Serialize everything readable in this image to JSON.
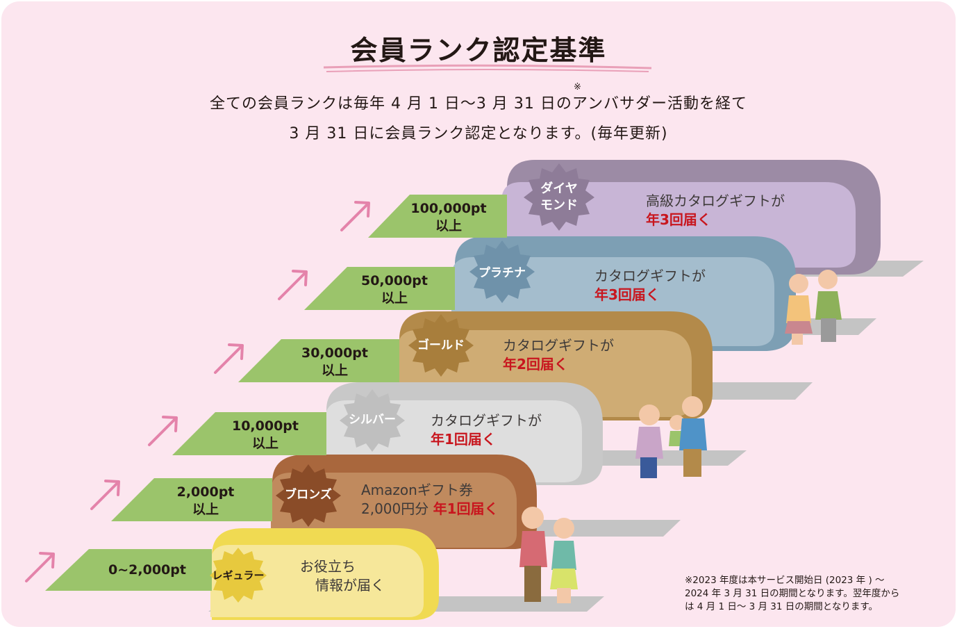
{
  "title": "会員ランク認定基準",
  "description": {
    "line1": "全ての会員ランクは毎年 4 月 1 日〜3 月 31 日のアンバサダー活動を経て",
    "mark": "※",
    "line2": "3 月 31 日に会員ランク認定となります。(毎年更新)"
  },
  "ranks": [
    {
      "name": "レギュラー",
      "range_line1": "0~2,000pt",
      "range_line2": "",
      "benefit_line1": "お役立ち",
      "benefit_line2": "情報が届く",
      "benefit_highlight": "",
      "color": "#f0da52"
    },
    {
      "name": "ブロンズ",
      "range_line1": "2,000pt",
      "range_line2": "以上",
      "benefit_line1": "Amazonギフト券",
      "benefit_line2": "2,000円分",
      "benefit_highlight": "年1回届く",
      "color": "#a9673d"
    },
    {
      "name": "シルバー",
      "range_line1": "10,000pt",
      "range_line2": "以上",
      "benefit_line1": "カタログギフトが",
      "benefit_line2": "",
      "benefit_highlight": "年1回届く",
      "color": "#c8c8c8"
    },
    {
      "name": "ゴールド",
      "range_line1": "30,000pt",
      "range_line2": "以上",
      "benefit_line1": "カタログギフトが",
      "benefit_line2": "",
      "benefit_highlight": "年2回届く",
      "color": "#b38a4a"
    },
    {
      "name": "プラチナ",
      "range_line1": "50,000pt",
      "range_line2": "以上",
      "benefit_line1": "カタログギフトが",
      "benefit_line2": "",
      "benefit_highlight": "年3回届く",
      "color": "#7d9fb4"
    },
    {
      "name": "ダイヤモンド",
      "badge_line1": "ダイヤ",
      "badge_line2": "モンド",
      "range_line1": "100,000pt",
      "range_line2": "以上",
      "benefit_line1": "高級カタログギフトが",
      "benefit_line2": "",
      "benefit_highlight": "年3回届く",
      "color": "#9c8ba5"
    }
  ],
  "note": {
    "line1": "※2023 年度は本サービス開始日 (2023 年 ) 〜",
    "line2": "2024 年 3 月 31 日の期間となります。翌年度から",
    "line3": "は 4 月 1 日〜 3 月 31 日の期間となります。"
  },
  "colors": {
    "background": "#fce6ef",
    "range_tab": "#9bc46b",
    "arrow": "#e483aa",
    "highlight": "#c8161e"
  }
}
